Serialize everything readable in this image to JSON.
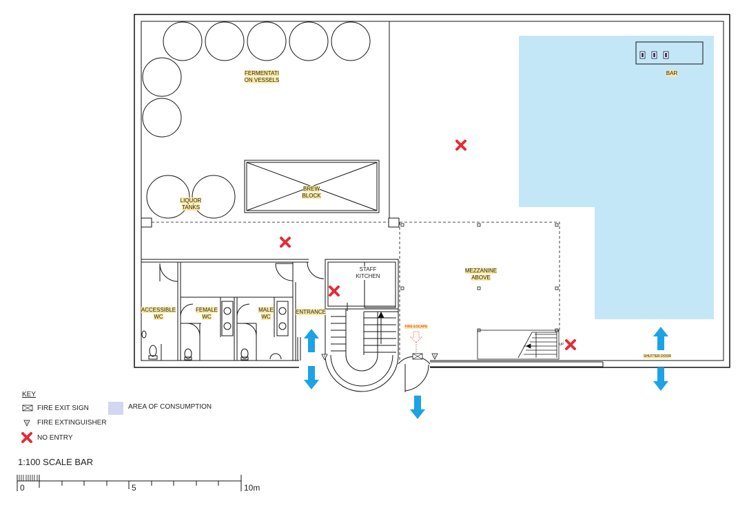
{
  "rooms": {
    "fermentation": "FERMENTATI\nON VESSELS",
    "brew_block": "BREW\nBLOCK",
    "liquor_tanks": "LIQUOR\nTANKS",
    "bar": "BAR",
    "mezzanine": "MEZZANINE\nABOVE",
    "staff_kitchen": "STAFF\nKITCHEN",
    "accessible_wc": "ACCESSIBLE\nWC",
    "female_wc": "FEMALE\nWC",
    "male_wc": "MALE\nWC",
    "entrance": "ENTRANCE",
    "fire_escape": "FIRE ESCAPE",
    "shutter_door": "SHUTTER DOOR",
    "up": "UP"
  },
  "key": {
    "title": "KEY",
    "fire_exit_sign": "FIRE EXIT SIGN",
    "fire_extinguisher": "FIRE EXTINGUISHER",
    "no_entry": "NO ENTRY",
    "area_of_consumption": "AREA OF CONSUMPTION"
  },
  "scale": {
    "title": "1:100 SCALE BAR",
    "label_0": "0",
    "label_5": "5",
    "label_10": "10m"
  },
  "colors": {
    "consumption_area": "#c4e7f8",
    "key_consumption_swatch": "#d3d6f2",
    "exit_arrow": "#1ba3e6",
    "no_entry": "#e52b34",
    "label_highlight": "#fbe9a0",
    "fire_escape_red": "#e05050"
  },
  "icons": {
    "exit_arrow": "arrow-icon",
    "no_entry": "cross-icon",
    "fire_exit_sign": "fire-exit-sign-icon",
    "fire_extinguisher": "fire-extinguisher-icon"
  }
}
